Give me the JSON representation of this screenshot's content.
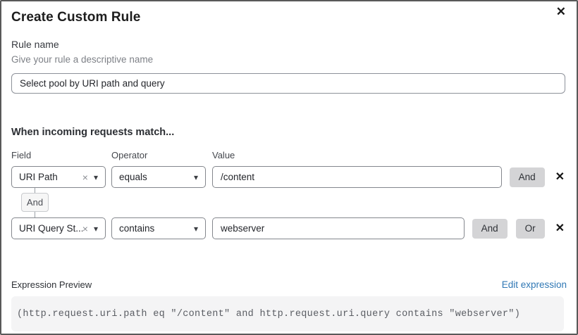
{
  "dialog": {
    "title": "Create Custom Rule"
  },
  "icons": {
    "close": "✕",
    "delete": "✕",
    "clear": "×",
    "chevron_down": "▾"
  },
  "rule_name": {
    "label": "Rule name",
    "helper": "Give your rule a descriptive name",
    "value": "Select pool by URI path and query"
  },
  "match": {
    "heading": "When incoming requests match...",
    "columns": {
      "field": "Field",
      "operator": "Operator",
      "value": "Value"
    },
    "rows": [
      {
        "field": "URI Path",
        "operator": "equals",
        "value": "/content",
        "buttons": [
          "And"
        ]
      },
      {
        "field": "URI Query St...",
        "operator": "contains",
        "value": "webserver",
        "buttons": [
          "And",
          "Or"
        ]
      }
    ],
    "connector": "And"
  },
  "expression": {
    "label": "Expression Preview",
    "edit_link": "Edit expression",
    "code": "(http.request.uri.path eq \"/content\" and http.request.uri.query contains \"webserver\")"
  },
  "colors": {
    "dialog_border": "#595959",
    "input_border": "#84878d",
    "logic_button_bg": "#d4d4d6",
    "connector_chip_bg": "#f6f6f6",
    "expression_box_bg": "#f4f4f5",
    "link_blue": "#3078b5",
    "helper_gray": "#7e8187"
  }
}
